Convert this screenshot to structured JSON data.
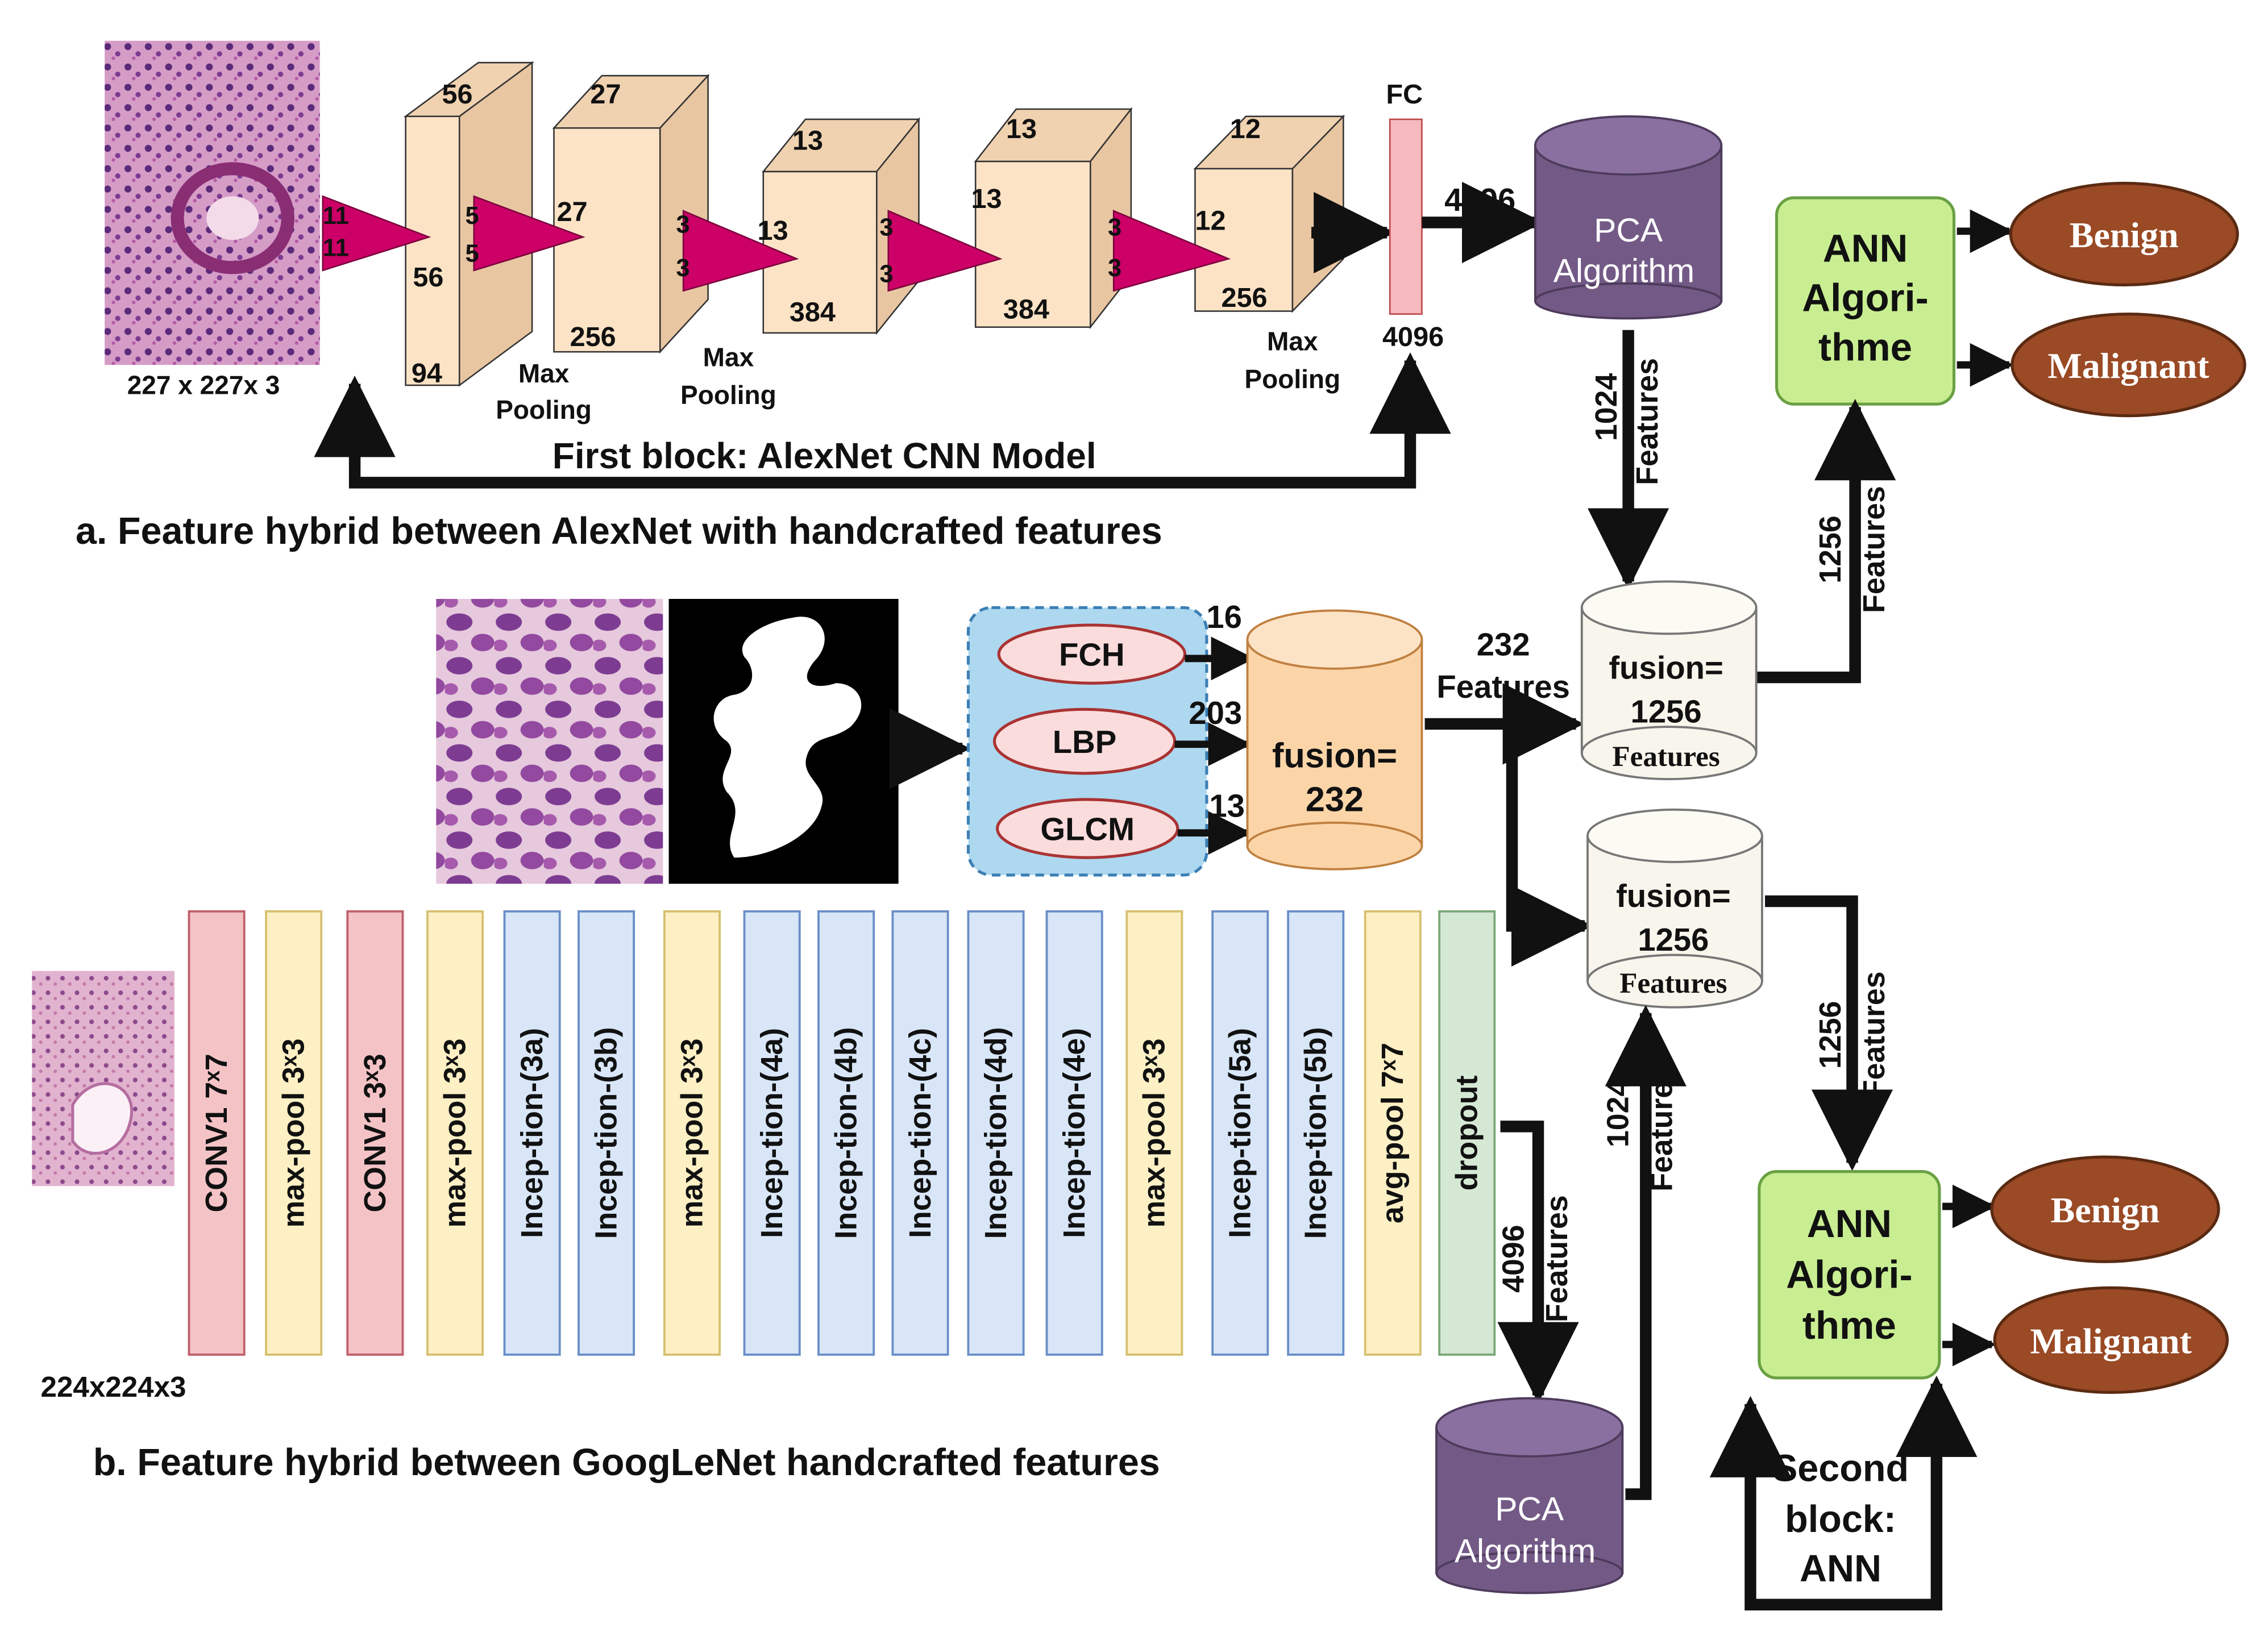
{
  "alexnet": {
    "input_dim": "227 x 227x 3",
    "kernels": [
      {
        "a": "11",
        "b": "11"
      },
      {
        "a": "5",
        "b": "5"
      },
      {
        "a": "3",
        "b": "3"
      },
      {
        "a": "3",
        "b": "3"
      },
      {
        "a": "3",
        "b": "3"
      }
    ],
    "blocks": [
      {
        "top": "56",
        "side": "56",
        "bottom": "94"
      },
      {
        "top": "27",
        "side": "27",
        "bottom": "256"
      },
      {
        "top": "13",
        "side": "13",
        "bottom": "384"
      },
      {
        "top": "13",
        "side": "13",
        "bottom": "384"
      },
      {
        "top": "12",
        "side": "12",
        "bottom": "256"
      }
    ],
    "pool_line1": "Max",
    "pool_line2": "Pooling",
    "fc_label": "FC",
    "fc_bottom": "4096",
    "fc_out": "4096",
    "block_label": "First block: AlexNet CNN Model"
  },
  "pca": {
    "line1": "PCA",
    "line2": "Algorithm"
  },
  "features_word": "Features",
  "ann": {
    "line1": "ANN",
    "line2": "Algori-",
    "line3": "thme"
  },
  "outputs": {
    "benign": "Benign",
    "malignant": "Malignant"
  },
  "counts": {
    "c1024": "1024",
    "c1256": "1256",
    "c4096": "4096",
    "c232": "232"
  },
  "caption_a": "a. Feature hybrid between AlexNet with handcrafted features",
  "handcrafted": {
    "items": [
      {
        "name": "FCH",
        "count": "16"
      },
      {
        "name": "LBP",
        "count": "203"
      },
      {
        "name": "GLCM",
        "count": "13"
      }
    ],
    "fusion_label": "fusion=",
    "fusion_value": "232"
  },
  "fusion_big": {
    "label": "fusion=",
    "value": "1256",
    "word": "Features"
  },
  "googlenet": {
    "input_dim": "224x224x3",
    "layers": [
      {
        "label": "CONV1 7ˣ7",
        "kind": "conv"
      },
      {
        "label": "max-pool 3ˣ3",
        "kind": "pool"
      },
      {
        "label": "CONV1 3ˣ3",
        "kind": "conv"
      },
      {
        "label": "max-pool 3ˣ3",
        "kind": "pool"
      },
      {
        "label": "Incep-tion-(3a)",
        "kind": "incep"
      },
      {
        "label": "Incep-tion-(3b)",
        "kind": "incep"
      },
      {
        "label": "max-pool 3ˣ3",
        "kind": "pool"
      },
      {
        "label": "Incep-tion-(4a)",
        "kind": "incep"
      },
      {
        "label": "Incep-tion-(4b)",
        "kind": "incep"
      },
      {
        "label": "Incep-tion-(4c)",
        "kind": "incep"
      },
      {
        "label": "Incep-tion-(4d)",
        "kind": "incep"
      },
      {
        "label": "Incep-tion-(4e)",
        "kind": "incep"
      },
      {
        "label": "max-pool 3ˣ3",
        "kind": "pool"
      },
      {
        "label": "Incep-tion-(5a)",
        "kind": "incep"
      },
      {
        "label": "Incep-tion-(5b)",
        "kind": "incep"
      },
      {
        "label": "avg-pool 7ˣ7",
        "kind": "pool"
      },
      {
        "label": "dropout",
        "kind": "drop"
      }
    ]
  },
  "second_block": {
    "line1": "Second",
    "line2": "block:",
    "line3": "ANN"
  },
  "caption_b": "b. Feature hybrid between GoogLeNet handcrafted features",
  "colors": {
    "cube_front": "#fde3c6",
    "cube_top": "#f0d2b0",
    "cube_side": "#e8c6a2",
    "kernel": "#cc0066",
    "fc": "#f6b9bd",
    "pca": "#735a86",
    "ann": "#c9ee92",
    "ellipse": "#9a4a25",
    "fusion_small": "#fbd5a8",
    "cyl_cream": "#f8f6ec",
    "handcrafted_bg": "#aed8ef",
    "pink_ellipse": "#fadcdc",
    "conv": "#f4c3c6",
    "pool": "#fdf0c4",
    "incep": "#d8e6f8",
    "drop": "#d5e8d4"
  }
}
